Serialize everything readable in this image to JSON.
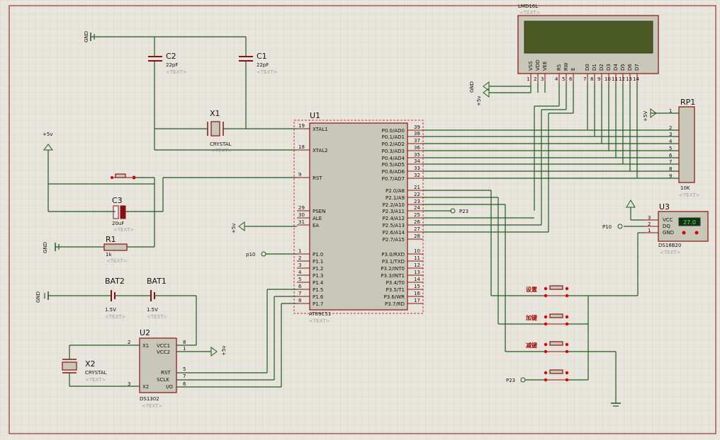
{
  "components": {
    "u1": {
      "ref": "U1",
      "part": "AT89C51",
      "text": "<TEXT>",
      "left_pins": [
        {
          "num": "19",
          "name": "XTAL1"
        },
        {
          "num": "18",
          "name": "XTAL2"
        },
        {
          "num": "9",
          "name": "RST"
        },
        {
          "num": "29",
          "name": "PSEN"
        },
        {
          "num": "30",
          "name": "ALE"
        },
        {
          "num": "31",
          "name": "EA"
        },
        {
          "num": "1",
          "name": "P1.0"
        },
        {
          "num": "2",
          "name": "P1.1"
        },
        {
          "num": "3",
          "name": "P1.2"
        },
        {
          "num": "4",
          "name": "P1.3"
        },
        {
          "num": "5",
          "name": "P1.4"
        },
        {
          "num": "6",
          "name": "P1.5"
        },
        {
          "num": "7",
          "name": "P1.6"
        },
        {
          "num": "8",
          "name": "P1.7"
        }
      ],
      "right_pins": [
        {
          "num": "39",
          "name": "P0.0/AD0"
        },
        {
          "num": "38",
          "name": "P0.1/AD1"
        },
        {
          "num": "37",
          "name": "P0.2/AD2"
        },
        {
          "num": "36",
          "name": "P0.3/AD3"
        },
        {
          "num": "35",
          "name": "P0.4/AD4"
        },
        {
          "num": "34",
          "name": "P0.5/AD5"
        },
        {
          "num": "33",
          "name": "P0.6/AD6"
        },
        {
          "num": "32",
          "name": "P0.7/AD7"
        },
        {
          "num": "21",
          "name": "P2.0/A8"
        },
        {
          "num": "22",
          "name": "P2.1/A9"
        },
        {
          "num": "23",
          "name": "P2.2/A10"
        },
        {
          "num": "24",
          "name": "P2.3/A11"
        },
        {
          "num": "25",
          "name": "P2.4/A12"
        },
        {
          "num": "26",
          "name": "P2.5/A13"
        },
        {
          "num": "27",
          "name": "P2.6/A14"
        },
        {
          "num": "28",
          "name": "P2.7/A15"
        },
        {
          "num": "10",
          "name": "P3.0/RXD"
        },
        {
          "num": "11",
          "name": "P3.1/TXD"
        },
        {
          "num": "12",
          "name": "P3.2/INT0"
        },
        {
          "num": "13",
          "name": "P3.3/INT1"
        },
        {
          "num": "14",
          "name": "P3.4/T0"
        },
        {
          "num": "15",
          "name": "P3.5/T1"
        },
        {
          "num": "16",
          "name": "P3.6/WR"
        },
        {
          "num": "17",
          "name": "P3.7/RD"
        }
      ]
    },
    "lcd": {
      "ref": "LMD16L",
      "text": "<TEXT>",
      "pins": [
        {
          "num": "1",
          "name": "VSS"
        },
        {
          "num": "2",
          "name": "VDD"
        },
        {
          "num": "3",
          "name": "VEE"
        },
        {
          "num": "4",
          "name": "RS"
        },
        {
          "num": "5",
          "name": "RW"
        },
        {
          "num": "6",
          "name": "E"
        },
        {
          "num": "7",
          "name": "D0"
        },
        {
          "num": "8",
          "name": "D1"
        },
        {
          "num": "9",
          "name": "D2"
        },
        {
          "num": "10",
          "name": "D3"
        },
        {
          "num": "11",
          "name": "D4"
        },
        {
          "num": "12",
          "name": "D5"
        },
        {
          "num": "13",
          "name": "D6"
        },
        {
          "num": "14",
          "name": "D7"
        }
      ]
    },
    "rp1": {
      "ref": "RP1",
      "value": "10K",
      "text": "<TEXT>",
      "pins": [
        "1",
        "2",
        "3",
        "4",
        "5",
        "6",
        "7",
        "8",
        "9"
      ]
    },
    "u3": {
      "ref": "U3",
      "part": "DS18B20",
      "text": "<TEXT>",
      "reading": "27.0",
      "pins": [
        {
          "num": "3",
          "name": "VCC"
        },
        {
          "num": "2",
          "name": "DQ"
        },
        {
          "num": "1",
          "name": "GND"
        }
      ]
    },
    "u2": {
      "ref": "U2",
      "part": "DS1302",
      "text": "<TEXT>",
      "pins": [
        {
          "num": "2",
          "name": "X1"
        },
        {
          "num": "3",
          "name": "X2"
        },
        {
          "num": "8",
          "name": "VCC1"
        },
        {
          "num": "1",
          "name": "VCC2"
        },
        {
          "num": "5",
          "name": "RST"
        },
        {
          "num": "7",
          "name": "SCLK"
        },
        {
          "num": "6",
          "name": "I/O"
        }
      ]
    },
    "c1": {
      "ref": "C1",
      "value": "22pF",
      "text": "<TEXT>"
    },
    "c2": {
      "ref": "C2",
      "value": "22pF",
      "text": "<TEXT>"
    },
    "c3": {
      "ref": "C3",
      "value": "20uF",
      "text": "<TEXT>"
    },
    "x1": {
      "ref": "X1",
      "value": "CRYSTAL",
      "text": "<TEXT>"
    },
    "x2": {
      "ref": "X2",
      "value": "CRYSTAL",
      "text": "<TEXT>"
    },
    "r1": {
      "ref": "R1",
      "value": "1k",
      "text": "<TEXT>"
    },
    "bat1": {
      "ref": "BAT1",
      "value": "1.5V",
      "text": "<TEXT>"
    },
    "bat2": {
      "ref": "BAT2",
      "value": "1.5V",
      "text": "<TEXT>"
    }
  },
  "nets": {
    "gnd": "GND",
    "vcc": "+5v",
    "vcc_rp": "+5V",
    "p10": "P10",
    "p10_u1": "p10",
    "p23": "P23"
  },
  "buttons": [
    "设置",
    "加键",
    "减键"
  ]
}
